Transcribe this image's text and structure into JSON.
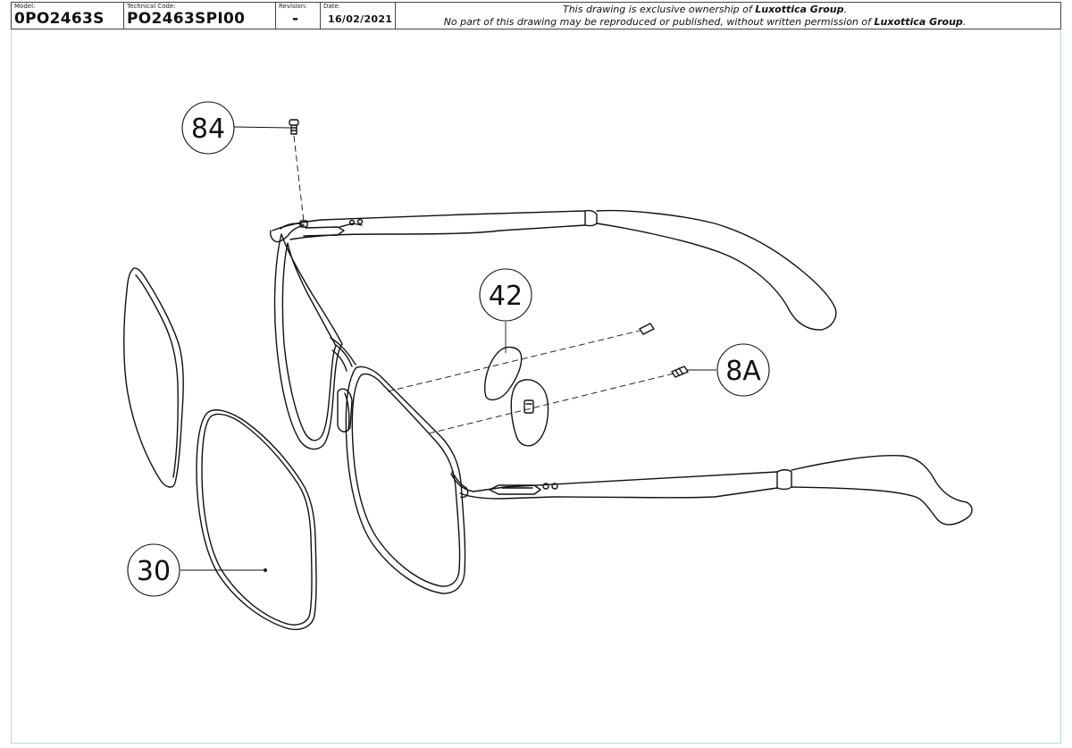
{
  "titleblock": {
    "model_label": "Model:",
    "model_value": "0PO2463S",
    "tech_label": "Technical Code:",
    "tech_value": "PO2463SPI00",
    "revision_label": "Revision:",
    "revision_value": "-",
    "date_label": "Date:",
    "date_value": "16/02/2021",
    "notice_line1_pre": "This drawing is exclusive ownership of ",
    "notice_line1_brand": "Luxottica Group",
    "notice_line1_post": ".",
    "notice_line2_pre": "No part of this drawing may be reproduced or published, without written permission of ",
    "notice_line2_brand": "Luxottica Group",
    "notice_line2_post": "."
  },
  "callouts": {
    "screw": "84",
    "nose_pad": "42",
    "pad_screw": "8A",
    "lens": "30"
  }
}
